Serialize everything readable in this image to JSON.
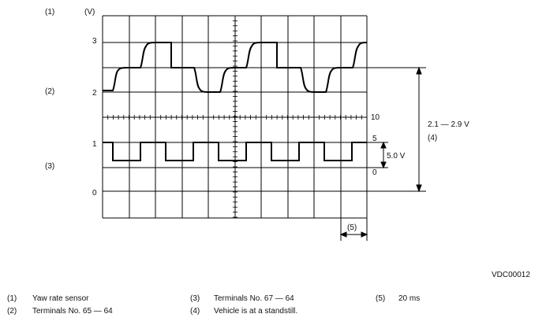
{
  "labels": {
    "n1": "(1)",
    "unit": "(V)",
    "v3": "3",
    "v2": "2",
    "v1": "1",
    "v0": "0",
    "n2": "(2)",
    "n3": "(3)",
    "r10": "10",
    "r5": "5",
    "r0": "0",
    "range": "2.1 — 2.9 V",
    "n4": "(4)",
    "amp": "5.0 V",
    "n5": "(5)",
    "code": "VDC00012"
  },
  "legend": [
    {
      "num": "(1)",
      "text": "Yaw rate sensor"
    },
    {
      "num": "(2)",
      "text": "Terminals No. 65 — 64"
    },
    {
      "num": "(3)",
      "text": "Terminals No. 67 — 64"
    },
    {
      "num": "(4)",
      "text": "Vehicle is at a standstill."
    },
    {
      "num": "(5)",
      "text": "20 ms"
    }
  ]
}
